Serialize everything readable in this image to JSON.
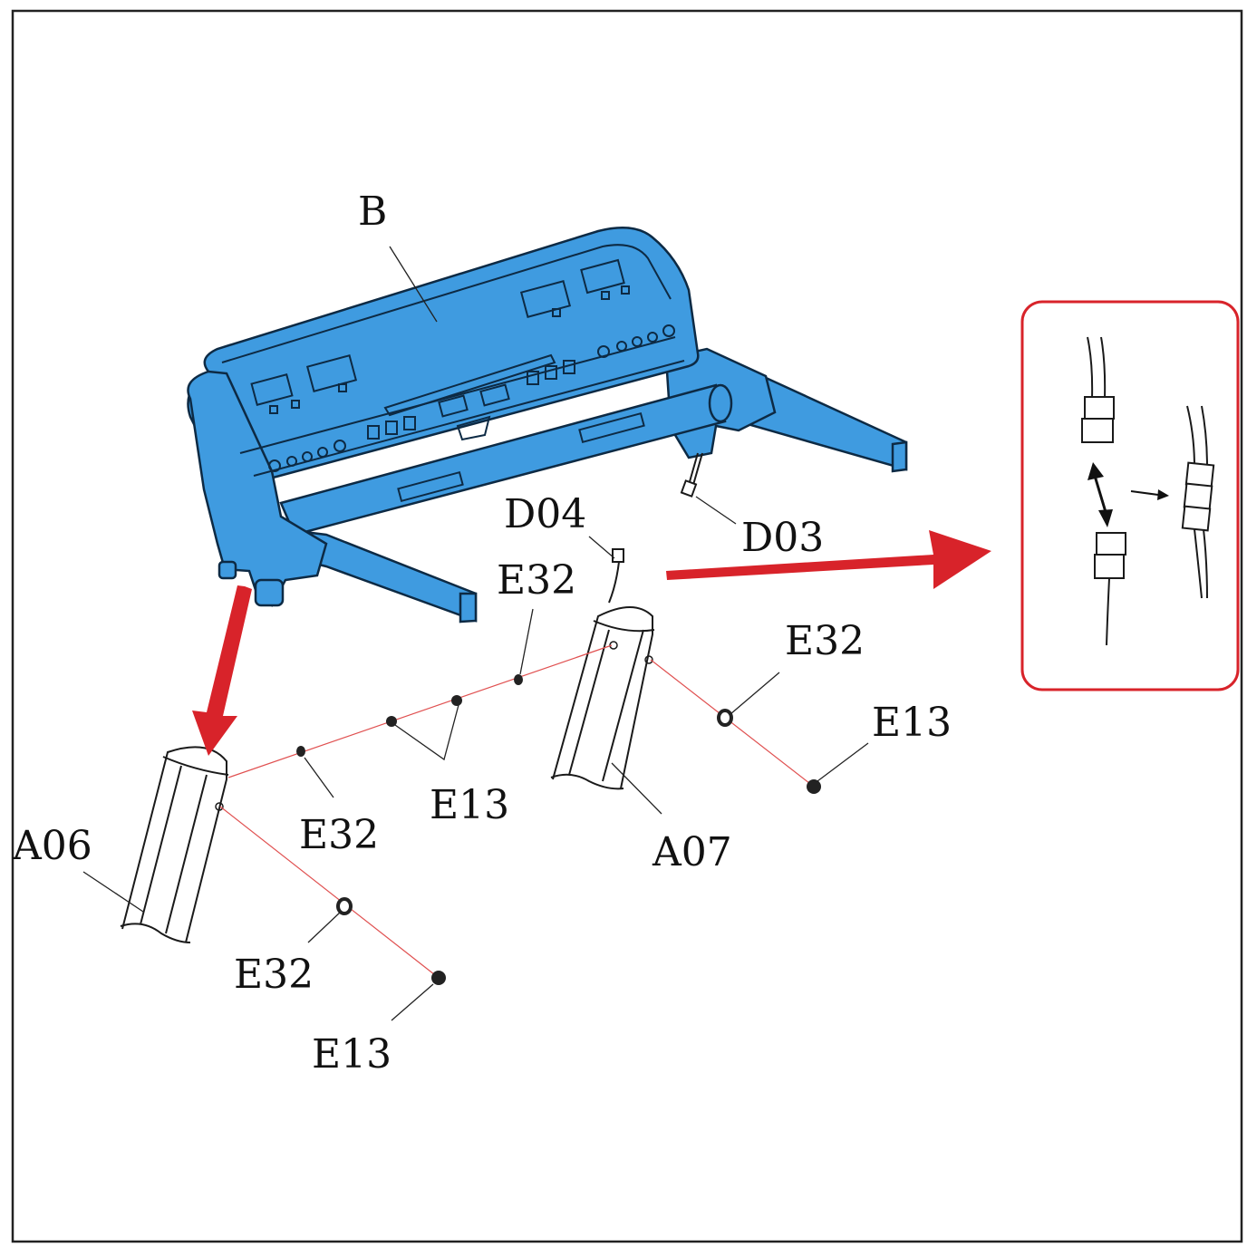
{
  "diagram": {
    "labels": {
      "console": "B",
      "cable_lower": "D04",
      "cable_upper": "D03",
      "left_upright": "A06",
      "right_upright": "A07",
      "washer": "E32",
      "bolt": "E13"
    },
    "colors": {
      "console_fill": "#3f9be0",
      "console_stroke": "#0d2a44",
      "arrow": "#d8232a",
      "inset_border": "#d8232a",
      "guide_line": "#e05050"
    },
    "icons": [
      "connector-plug-icon",
      "double-arrow-icon",
      "arrow-right-icon"
    ]
  }
}
